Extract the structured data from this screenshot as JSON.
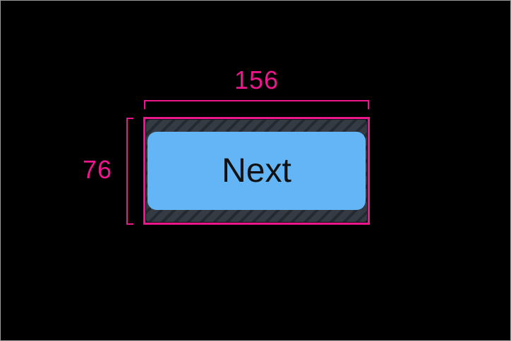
{
  "annotation": {
    "width_label": "156",
    "height_label": "76"
  },
  "button": {
    "label": "Next"
  },
  "colors": {
    "annotation_pink": "#ed168d",
    "button_blue": "#64b5f6",
    "hatch_bg": "#343b45",
    "hatch_stripe": "#252a31",
    "bg": "#000000",
    "button_text": "#111111",
    "frame_border": "#9a9a9a"
  }
}
